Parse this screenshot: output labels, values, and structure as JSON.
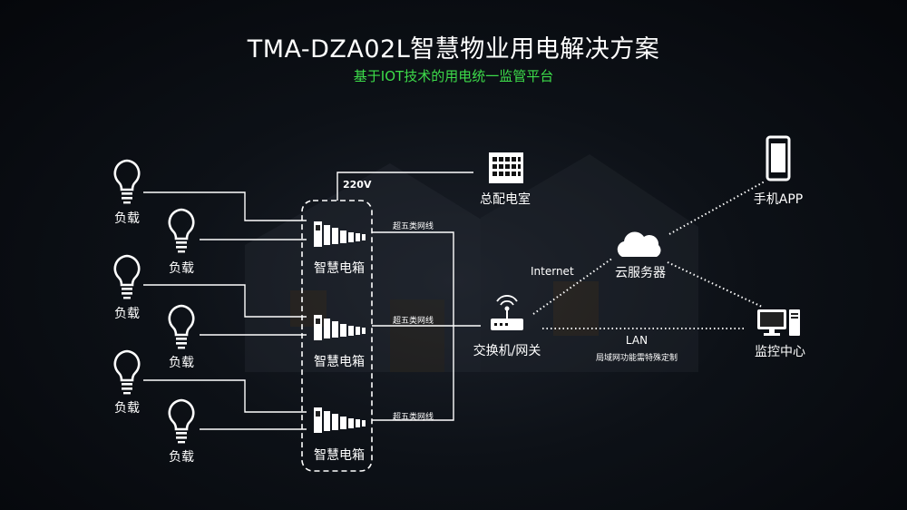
{
  "title": "TMA-DZA02L智慧物业用电解决方案",
  "subtitle": "基于IOT技术的用电统一监管平台",
  "loads": [
    {
      "label": "负载"
    },
    {
      "label": "负载"
    },
    {
      "label": "负载"
    },
    {
      "label": "负载"
    },
    {
      "label": "负载"
    },
    {
      "label": "负载"
    }
  ],
  "boxes": [
    {
      "label": "智慧电箱",
      "cable": "超五类网线"
    },
    {
      "label": "智慧电箱",
      "cable": "超五类网线"
    },
    {
      "label": "智慧电箱",
      "cable": "超五类网线"
    }
  ],
  "voltage": "220V",
  "distribution_room": "总配电室",
  "switch_gateway": "交换机/网关",
  "internet": "Internet",
  "cloud": "云服务器",
  "mobile_app": "手机APP",
  "monitor_center": "监控中心",
  "lan": {
    "label": "LAN",
    "note": "局域网功能需特殊定制"
  },
  "colors": {
    "accent_green": "#3ddc4a",
    "line": "#ffffff"
  }
}
